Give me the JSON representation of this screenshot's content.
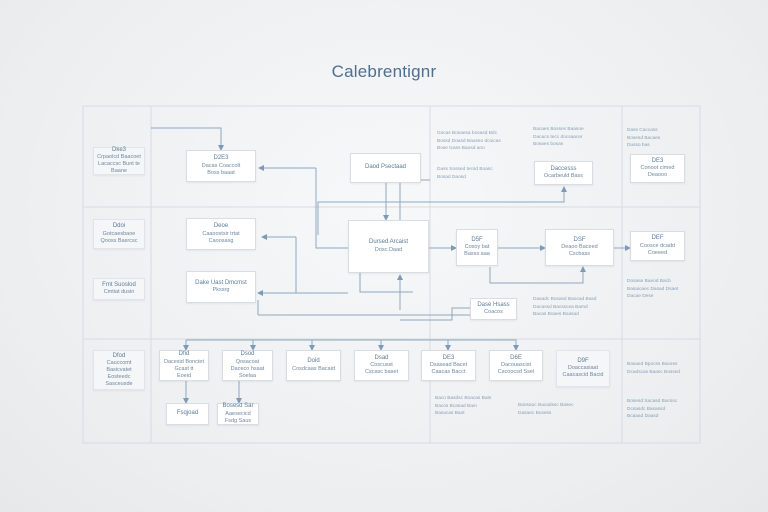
{
  "title": "Calebrentignr",
  "colors": {
    "accent": "#4e6f8f",
    "grid": "#d8dce0",
    "arrow": "#7d9bb8",
    "node_border": "#d9dde1"
  },
  "side_labels": [
    {
      "l1": "Dke3",
      "l2": "Crpaolcd Baacoet",
      "l3": "Lacaccsc Bunt te Baane"
    },
    {
      "l1": "Ddoi",
      "l2": "Gotcaesbaoe",
      "l3": "Qooss Basrcsc"
    },
    {
      "l1": "Fmt Suoslod",
      "l2": "Cmtiat dusin"
    },
    {
      "l1": "Dfod",
      "l2": "Cauccomt Basicvatet",
      "l3": "Eosteedc Sasceusde"
    }
  ],
  "nodes": {
    "top_left": {
      "l1": "D2E3",
      "l2": "Dacas Coaccolt",
      "l3": "Boss baaat"
    },
    "mid_left_a": {
      "l1": "Deoe",
      "l2": "Caaoostsir trtat",
      "l3": "Caoosasg"
    },
    "mid_left_b": {
      "l1": "Dake Uast Dmcmst",
      "l2": "Pkssrg"
    },
    "top_center": {
      "l1": "Daod Psectaad"
    },
    "center": {
      "l1": "Dursed Arcaist",
      "l2": "Dosc Daad"
    },
    "top_right_a": {
      "l1": "Daccesss",
      "l2": "Ocarbeuld Bass"
    },
    "top_right_b": {
      "l1": "DE3",
      "l2": "Conoot cimed",
      "l3": "Deaooo"
    },
    "right_a": {
      "l1": "D5F",
      "l2": "Cosoy bat",
      "l3": "Basss aaa"
    },
    "right_b": {
      "l1": "DSF",
      "l2": "Deaoo Baceed",
      "l3": "Cscbass"
    },
    "right_c": {
      "l1": "DEF",
      "l2": "Coosce dcadd",
      "l3": "Coeeed"
    },
    "small_center": {
      "l1": "Dase Hsass",
      "l2": "Coacos"
    },
    "bottom": [
      {
        "l1": "Dfid",
        "l2": "Dacesid Bonctet",
        "l3": "Gcast tt",
        "l4": "Eoeid"
      },
      {
        "l1": "Dsod",
        "l2": "Qosacoat",
        "l3": "Daceco hsaat",
        "l4": "Soelaa"
      },
      {
        "l1": "Doid",
        "l2": "Cosdcaas Bacaid"
      },
      {
        "l1": "Dsad",
        "l2": "Coscusst",
        "l3": "Cscasc baset"
      },
      {
        "l1": "DE3",
        "l2": "Dsasead Bacet",
        "l3": "Caacas Bacct"
      },
      {
        "l1": "D6E",
        "l2": "Dacouascist",
        "l3": "Cscoocsd Ssel"
      },
      {
        "l1": "D9F",
        "l2": "Doaccasiaat",
        "l3": "Caacascid Bacid"
      }
    ],
    "bottom_small_a": {
      "l1": "Fsqjoad"
    },
    "bottom_small_b": {
      "l1": "Bosesd Sar",
      "l2": "Aaesecicd",
      "l3": "Fsdg Saus"
    }
  },
  "notes": {
    "top_mid": [
      "Gscas Bosaesa bosasd Bdc",
      "Bossd Doasd Bauseo dcoicas",
      "Bose tcass Baosd aoo"
    ],
    "top_mid_b": [
      "Dass Sossed tecsd Boasc",
      "Bosad Daosd"
    ],
    "top_right_mid": [
      "Bacaes Bosses Baasoe",
      "Dacacs tecc docsaacer",
      "Bosaes bosas"
    ],
    "top_far_right": [
      "Dass Caccass",
      "Bosesd Bacaes",
      "Dusso bas"
    ],
    "right_mid": [
      "Dosase Baeod Bacb",
      "Basaicaec Dasad Dsaet",
      "Dacae Dese"
    ],
    "center_right": [
      "Dasadc Bosasd Baocad Basd",
      "Dacassd Bacsscea Bamd",
      "Bacas Boaes Boasad"
    ],
    "bottom_mid_a": [
      "Baco Basdsc Boacas Bats",
      "Bacos Bcasad Bam",
      "Basacas Baot"
    ],
    "bottom_mid_b": [
      "Baosaoc Bacadssc Basec",
      "Dasaec Bosess"
    ],
    "bottom_right_a": [
      "Basaed Bpocss Bacess",
      "Dcadscas Baasc Bossed"
    ],
    "bottom_right_b": [
      "Bosesd Sacasd Bacssc",
      "Dcsasdc Basassd",
      "Bcaaad Daasd"
    ]
  }
}
